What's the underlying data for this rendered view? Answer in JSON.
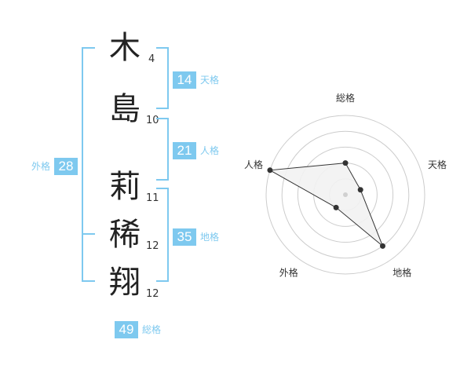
{
  "name_chars": [
    {
      "char": "木",
      "strokes": "4"
    },
    {
      "char": "島",
      "strokes": "10"
    },
    {
      "char": "莉",
      "strokes": "11"
    },
    {
      "char": "稀",
      "strokes": "12"
    },
    {
      "char": "翔",
      "strokes": "12"
    }
  ],
  "kaku": {
    "tenkaku": {
      "value": "14",
      "label": "天格"
    },
    "jinkaku": {
      "value": "21",
      "label": "人格"
    },
    "chikaku": {
      "value": "35",
      "label": "地格"
    },
    "gaikaku": {
      "value": "28",
      "label": "外格"
    },
    "soukaku": {
      "value": "49",
      "label": "総格"
    }
  },
  "colors": {
    "accent": "#7ec9ef",
    "ring": "#cccccc",
    "polygon_fill": "#f2f2f2",
    "polygon_stroke": "#333333"
  },
  "chart_data": {
    "type": "radar",
    "axes": [
      "総格",
      "天格",
      "地格",
      "外格",
      "人格"
    ],
    "values": [
      2,
      1,
      4,
      1,
      5
    ],
    "max": 5,
    "rings": 5
  }
}
